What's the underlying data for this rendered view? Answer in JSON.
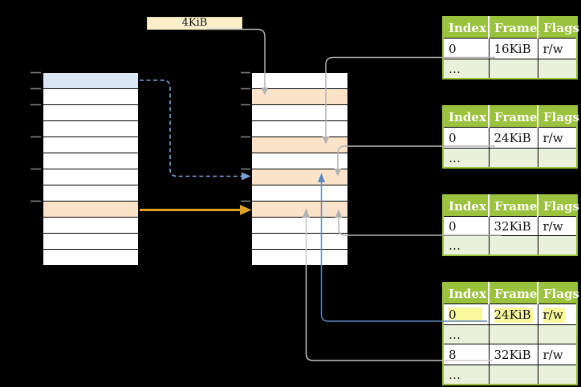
{
  "page_label": {
    "text": "4KiB"
  },
  "virtual_array": {
    "rows": 12,
    "blue_rows": [
      0
    ],
    "orange_rows": [
      8
    ]
  },
  "physical_array": {
    "rows": 12,
    "orange_rows": [
      1,
      4,
      6,
      8
    ]
  },
  "tables": [
    {
      "headers": [
        "Index",
        "Frame",
        "Flags"
      ],
      "rows": [
        [
          "0",
          "16KiB",
          "r/w"
        ],
        [
          "…",
          "",
          ""
        ]
      ]
    },
    {
      "headers": [
        "Index",
        "Frame",
        "Flags"
      ],
      "rows": [
        [
          "0",
          "24KiB",
          "r/w"
        ],
        [
          "…",
          "",
          ""
        ]
      ]
    },
    {
      "headers": [
        "Index",
        "Frame",
        "Flags"
      ],
      "rows": [
        [
          "0",
          "32KiB",
          "r/w"
        ],
        [
          "…",
          "",
          ""
        ]
      ]
    },
    {
      "headers": [
        "Index",
        "Frame",
        "Flags"
      ],
      "rows": [
        [
          "0",
          "24KiB",
          "r/w"
        ],
        [
          "…",
          "",
          ""
        ],
        [
          "8",
          "32KiB",
          "r/w"
        ],
        [
          "…",
          "",
          ""
        ]
      ],
      "highlighted_row": 0
    }
  ],
  "colors": {
    "background": "#000000",
    "header_green": "#9ac23c",
    "row_light_green": "#e9f1da",
    "row_orange": "#fbe3c9",
    "row_blue": "#dbe6f5",
    "label_cream": "#faeecb",
    "highlight_yellow": "#f8f89d",
    "arrow_gold": "#dfa126",
    "arrow_blue_solid": "#5d87bd",
    "arrow_blue_dashed": "#7ba2d8",
    "connector_gray": "#b2b2b2",
    "tick_gray": "#808080"
  }
}
